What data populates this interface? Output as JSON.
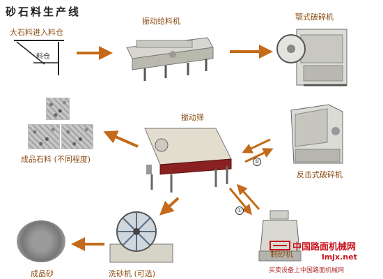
{
  "title": "砂石料生产线",
  "nodes": {
    "intake": "大石料进入料仓",
    "bin_label": "料仓",
    "feeder": "振动给料机",
    "jaw_crusher": "颚式破碎机",
    "screen": "振动筛",
    "impact_crusher": "反击式破碎机",
    "finished_stone": "成品石料 (不同程度)",
    "sand_maker": "制砂机",
    "sand_washer": "洗砂机 (可选)",
    "finished_sand": "成品砂"
  },
  "markers": {
    "loop1": "①",
    "loop2": "①"
  },
  "colors": {
    "arrow": "#c46a1a",
    "label": "#8a4a10",
    "watermark": "#c8141e"
  },
  "watermark": {
    "cn": "中国路面机械网",
    "url": "lmjx.net",
    "tagline": "买卖设备上中国路面机械网"
  }
}
